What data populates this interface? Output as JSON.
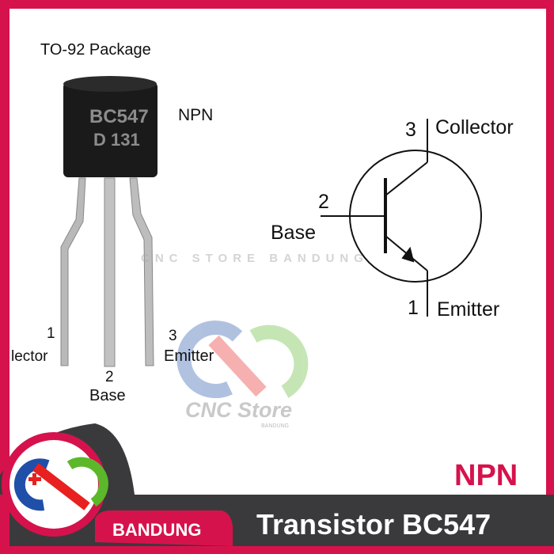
{
  "package_label": "TO-92 Package",
  "type_label": "NPN",
  "chip_marking": {
    "line1": "BC547",
    "line2": "D 131"
  },
  "pins_photo": [
    {
      "num": "1",
      "name": "lector"
    },
    {
      "num": "2",
      "name": "Base"
    },
    {
      "num": "3",
      "name": "Emitter"
    }
  ],
  "schematic": {
    "collector": {
      "num": "3",
      "name": "Collector"
    },
    "base": {
      "num": "2",
      "name": "Base"
    },
    "emitter": {
      "num": "1",
      "name": "Emitter"
    }
  },
  "watermark": "CNC STORE BANDUNG",
  "center_logo": {
    "name": "CNC Store",
    "sub": "BANDUNG"
  },
  "badge": {
    "type": "NPN",
    "title": "Transistor BC547",
    "store": "BANDUNG"
  },
  "colors": {
    "brand": "#d6124c",
    "dark": "#3a3a3c",
    "blue": "#1f4fa8",
    "red": "#e8201f",
    "green": "#5cb82a"
  }
}
